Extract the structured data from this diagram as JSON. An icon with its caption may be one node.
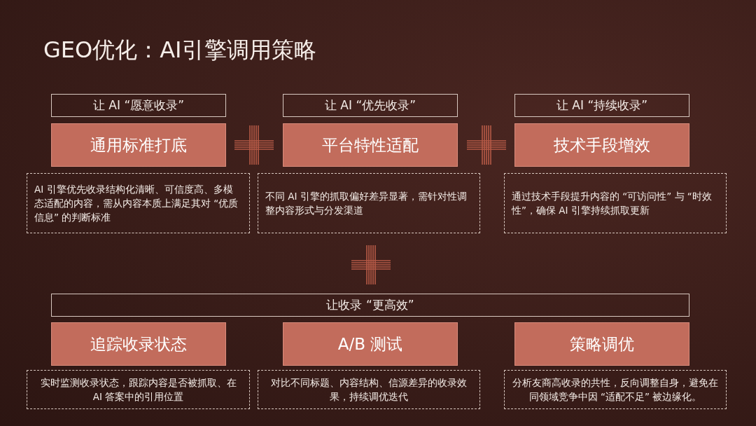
{
  "diagram": {
    "title": "GEO优化：AI引擎调用策略",
    "nodes": [
      {
        "text": [
          "让 AI “愿意收录”"
        ]
      },
      {
        "text": [
          "让 AI “优先收录”"
        ]
      },
      {
        "text": [
          "让 AI “持续收录”"
        ]
      },
      {
        "text": [
          "通用标准打底"
        ]
      },
      {
        "text": [
          "平台特性适配"
        ]
      },
      {
        "text": [
          "技术手段增效"
        ]
      },
      {
        "text": [
          "AI 引擎优先收录结构化清晰、可信度高、多模态适配的内容，需从内容本质上满足其对 “优质信息” 的判断标准"
        ]
      },
      {
        "text": [
          "不同 AI 引擎的抓取偏好差异显著，需针对性调整内容形式与分发渠道"
        ]
      },
      {
        "text": [
          "通过技术手段提升内容的 “可访问性” 与 “时效性”，确保 AI 引擎持续抓取更新"
        ]
      },
      {
        "text": [
          "让收录 “更高效”"
        ]
      },
      {
        "text": [
          "追踪收录状态"
        ]
      },
      {
        "text": [
          "A/B 测试"
        ]
      },
      {
        "text": [
          "策略调优"
        ]
      },
      {
        "text": [
          "实时监测收录状态，跟踪内容是否被抓取、在 AI 答案中的引用位置"
        ]
      },
      {
        "text": [
          "对比不同标题、内容结构、信源差异的收录效果，持续调优迭代"
        ]
      },
      {
        "text": [
          "分析友商高收录的共性，反向调整自身，避免在同领域竞争中因 “适配不足” 被边缘化。"
        ]
      }
    ]
  }
}
